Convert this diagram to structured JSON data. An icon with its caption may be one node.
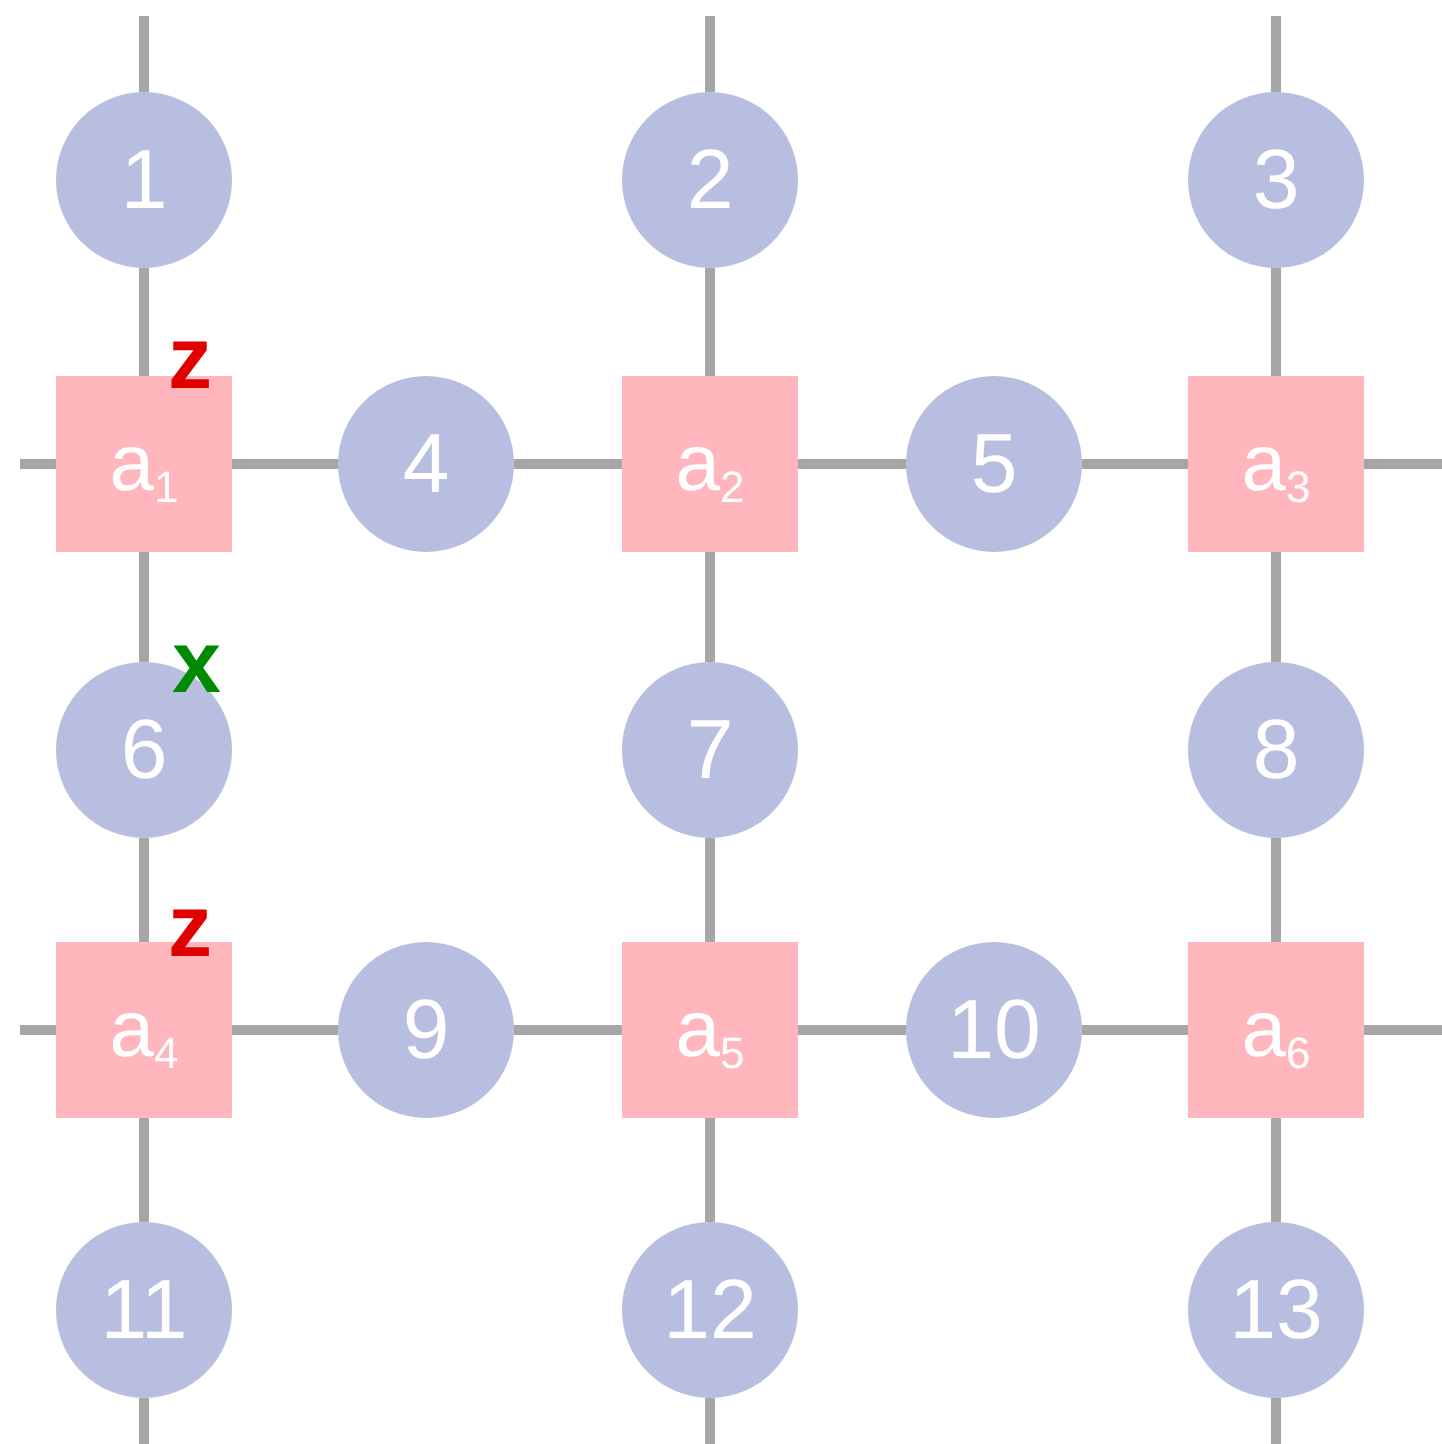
{
  "diagram": {
    "nodes": [
      {
        "text": [
          "1"
        ]
      },
      {
        "text": [
          "2"
        ]
      },
      {
        "text": [
          "3"
        ]
      },
      {
        "text": [
          "a$_{1}$"
        ]
      },
      {
        "text": [
          "4"
        ]
      },
      {
        "text": [
          "a$_{2}$"
        ]
      },
      {
        "text": [
          "5"
        ]
      },
      {
        "text": [
          "a$_{3}$"
        ]
      },
      {
        "text": [
          "6"
        ]
      },
      {
        "text": [
          "7"
        ]
      },
      {
        "text": [
          "8"
        ]
      },
      {
        "text": [
          "a$_{4}$"
        ]
      },
      {
        "text": [
          "9"
        ]
      },
      {
        "text": [
          "a$_{5}$"
        ]
      },
      {
        "text": [
          "10"
        ]
      },
      {
        "text": [
          "a$_{6}$"
        ]
      },
      {
        "text": [
          "11"
        ]
      },
      {
        "text": [
          "12"
        ]
      },
      {
        "text": [
          "13"
        ]
      }
    ],
    "edges": [
      {
        "from": null,
        "to": 0,
        "arrow": "none"
      },
      {
        "from": 0,
        "to": 3,
        "arrow": "none"
      },
      {
        "from": 3,
        "to": 8,
        "arrow": "none"
      },
      {
        "from": 8,
        "to": 11,
        "arrow": "none"
      },
      {
        "from": 11,
        "to": 16,
        "arrow": "none"
      },
      {
        "from": 16,
        "to": null,
        "arrow": "none"
      },
      {
        "from": null,
        "to": 1,
        "arrow": "none"
      },
      {
        "from": 1,
        "to": 5,
        "arrow": "none"
      },
      {
        "from": 5,
        "to": 9,
        "arrow": "none"
      },
      {
        "from": 9,
        "to": 13,
        "arrow": "none"
      },
      {
        "from": 13,
        "to": 17,
        "arrow": "none"
      },
      {
        "from": 17,
        "to": null,
        "arrow": "none"
      },
      {
        "from": null,
        "to": 2,
        "arrow": "none"
      },
      {
        "from": 2,
        "to": 7,
        "arrow": "none"
      },
      {
        "from": 7,
        "to": 10,
        "arrow": "none"
      },
      {
        "from": 10,
        "to": 15,
        "arrow": "none"
      },
      {
        "from": 15,
        "to": 18,
        "arrow": "none"
      },
      {
        "from": 18,
        "to": null,
        "arrow": "none"
      },
      {
        "from": null,
        "to": 3,
        "arrow": "none"
      },
      {
        "from": 3,
        "to": 4,
        "arrow": "none"
      },
      {
        "from": 4,
        "to": 5,
        "arrow": "none"
      },
      {
        "from": 5,
        "to": 6,
        "arrow": "none"
      },
      {
        "from": 6,
        "to": 7,
        "arrow": "none"
      },
      {
        "from": 7,
        "to": null,
        "arrow": "none"
      },
      {
        "from": null,
        "to": 11,
        "arrow": "none"
      },
      {
        "from": 11,
        "to": 12,
        "arrow": "none"
      },
      {
        "from": 12,
        "to": 13,
        "arrow": "none"
      },
      {
        "from": 13,
        "to": 14,
        "arrow": "none"
      },
      {
        "from": 14,
        "to": 15,
        "arrow": "none"
      },
      {
        "from": 15,
        "to": null,
        "arrow": "none"
      }
    ],
    "labels": [
      "z",
      "x",
      "z"
    ]
  }
}
